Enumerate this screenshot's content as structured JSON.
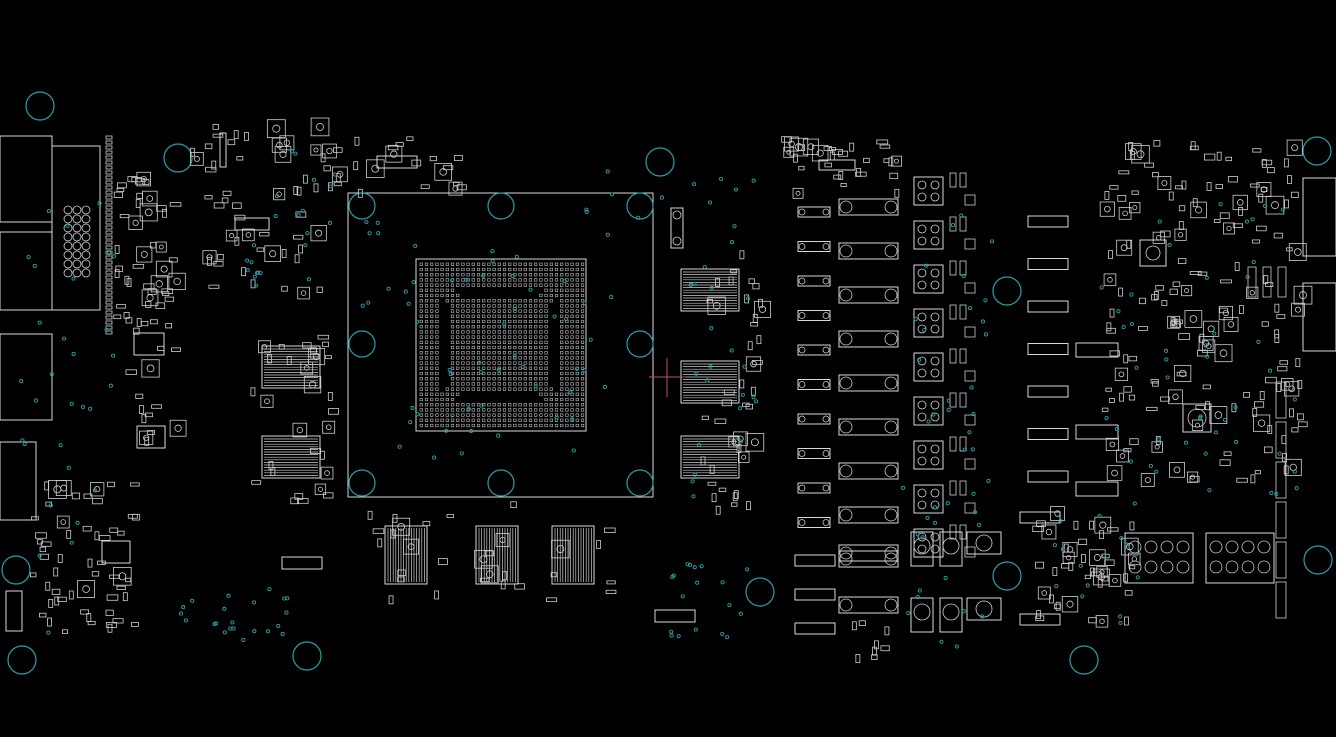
{
  "viewer": {
    "title": "",
    "background": "#000000",
    "outline_color": "#d8d8d8",
    "hole_color": "#2a9fa8",
    "via_color": "#2a9fa8",
    "cursor_color": "#c0506e"
  },
  "board": {
    "layer": "",
    "components": [
      {
        "kind": "bga-gpu",
        "name": ""
      },
      {
        "kind": "memory-chip",
        "name": ""
      },
      {
        "kind": "vrm-phase",
        "name": ""
      },
      {
        "kind": "connector",
        "name": ""
      }
    ]
  }
}
